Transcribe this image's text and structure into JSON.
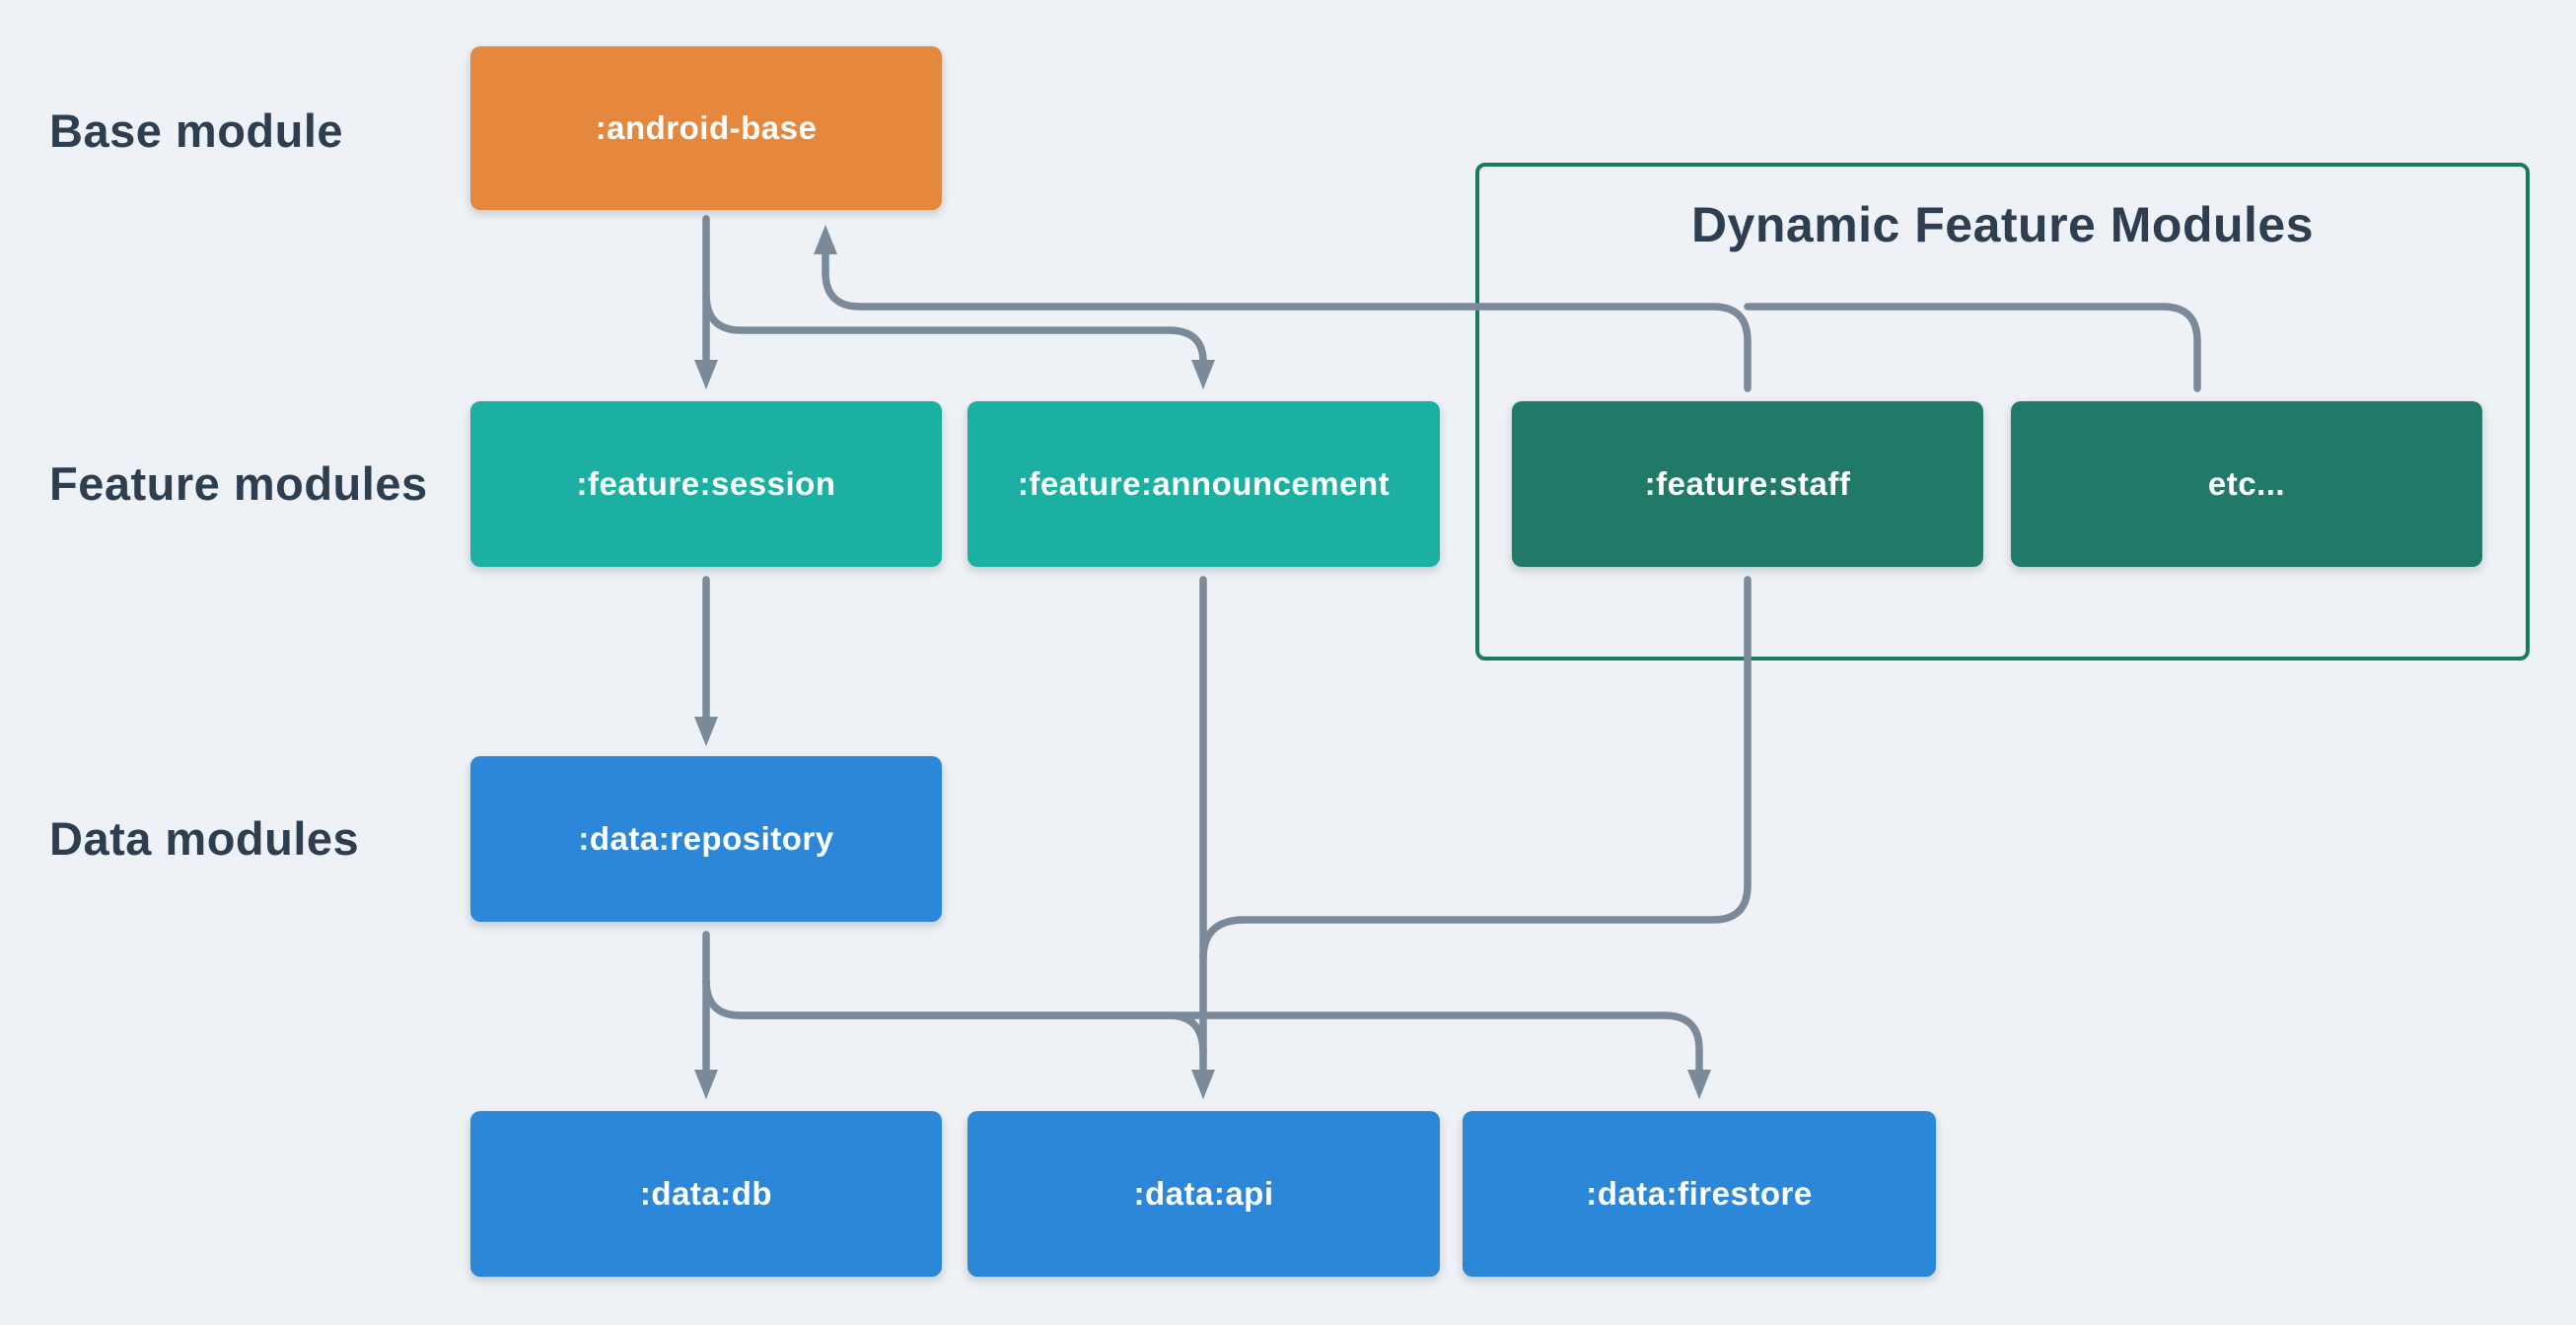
{
  "diagram_title": "Dynamic Feature Modules",
  "row_labels": {
    "base": "Base module",
    "feature": "Feature modules",
    "data": "Data modules"
  },
  "nodes": {
    "android_base": {
      "label": ":android-base",
      "type": "base"
    },
    "feature_session": {
      "label": ":feature:session",
      "type": "feature"
    },
    "feature_announcement": {
      "label": ":feature:announcement",
      "type": "feature"
    },
    "feature_staff": {
      "label": ":feature:staff",
      "type": "dynamic-feature"
    },
    "feature_etc": {
      "label": "etc...",
      "type": "dynamic-feature"
    },
    "data_repository": {
      "label": ":data:repository",
      "type": "data"
    },
    "data_db": {
      "label": ":data:db",
      "type": "data"
    },
    "data_api": {
      "label": ":data:api",
      "type": "data"
    },
    "data_firestore": {
      "label": ":data:firestore",
      "type": "data"
    }
  },
  "edges": [
    {
      "from": ":android-base",
      "to": ":feature:session"
    },
    {
      "from": ":android-base",
      "to": ":feature:announcement"
    },
    {
      "from": ":feature:staff",
      "to": ":android-base"
    },
    {
      "from": "etc...",
      "to": ":android-base"
    },
    {
      "from": ":feature:session",
      "to": ":data:repository"
    },
    {
      "from": ":feature:announcement",
      "to": ":data:api"
    },
    {
      "from": ":feature:staff",
      "to": ":data:api"
    },
    {
      "from": ":data:repository",
      "to": ":data:db"
    },
    {
      "from": ":data:repository",
      "to": ":data:api"
    },
    {
      "from": ":data:repository",
      "to": ":data:firestore"
    }
  ],
  "colors": {
    "bg": "#eef1f5",
    "text": "#2c3e50",
    "node_text": "#ffffff",
    "base": "#e6873e",
    "feature": "#1cb0a2",
    "dynamic_feature": "#217a68",
    "data": "#2d87d8",
    "connector": "#7b8a99",
    "container_border": "#1a7a5f"
  }
}
